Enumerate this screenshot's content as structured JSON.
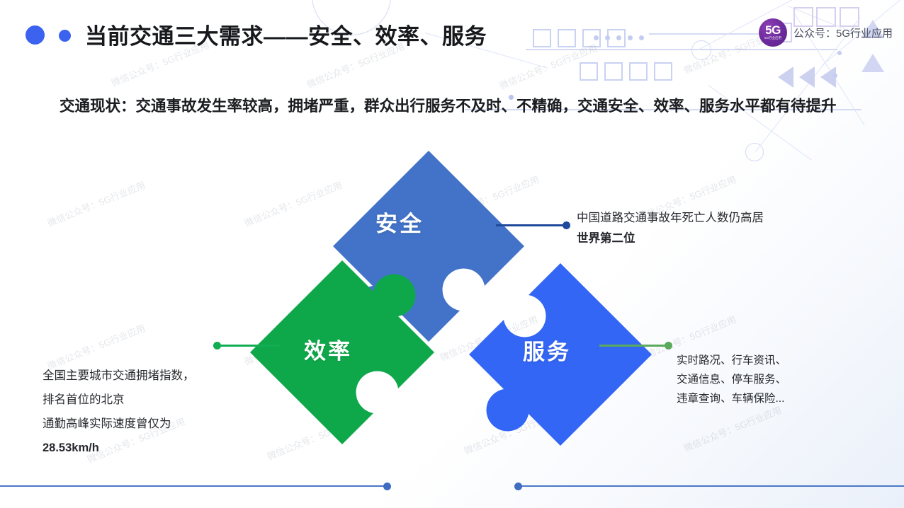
{
  "header": {
    "title": "当前交通三大需求——安全、效率、服务",
    "bullet_large": "bullet-large",
    "bullet_small": "bullet-small"
  },
  "brand": {
    "logo_main": "5G",
    "logo_sub": "5G行业应用",
    "label": "公众号：5G行业应用",
    "color": "#6c2a9c"
  },
  "subtitle": {
    "text": "交通现状：交通事故发生率较高，拥堵严重，群众出行服务不及时、不精确，交通安全、效率、服务水平都有待提升"
  },
  "pieces": [
    {
      "id": "safety",
      "label": "安全",
      "color": "#4273C8"
    },
    {
      "id": "efficiency",
      "label": "效率",
      "color": "#0EA84A"
    },
    {
      "id": "service",
      "label": "服务",
      "color": "#3366F5"
    }
  ],
  "annotations": {
    "safety": {
      "lines": [
        {
          "text": "中国道路交通事故年死亡人数仍高居",
          "bold": false
        },
        {
          "text": "世界第二位",
          "bold": true
        }
      ],
      "connector_color": "#1f4a9c"
    },
    "efficiency": {
      "lines": [
        {
          "text": "全国主要城市交通拥堵指数，",
          "bold": false
        },
        {
          "text": "排名首位的北京",
          "bold": false
        },
        {
          "text": "通勤高峰实际速度曾仅为",
          "bold": false
        },
        {
          "text": "28.53km/h",
          "bold": true
        }
      ],
      "connector_color": "#12AD53"
    },
    "service": {
      "lines": [
        {
          "text": "实时路况、行车资讯、",
          "bold": false
        },
        {
          "text": "交通信息、停车服务、",
          "bold": false
        },
        {
          "text": "违章查询、车辆保险...",
          "bold": false
        }
      ],
      "connector_color": "#5BA95B"
    }
  },
  "watermark": {
    "text": "微信公众号：5G行业应用"
  },
  "decorations": {
    "square_row_top_count": 4,
    "square_row_bottom_count": 4,
    "dot_row_count": 5,
    "triangles_left_count": 3,
    "triangles_up_count": 2,
    "bottom_line_color": "#4a77c8"
  }
}
